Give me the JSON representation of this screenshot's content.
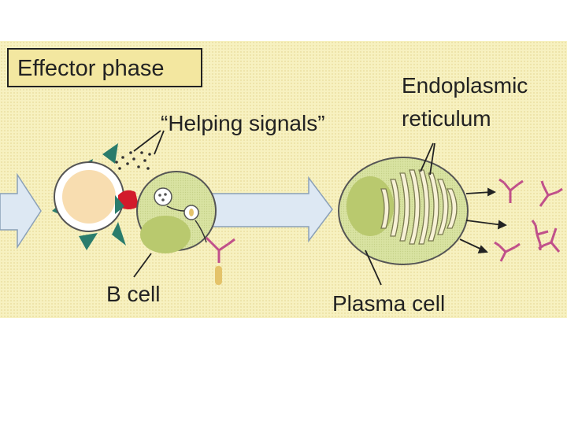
{
  "title": "Effector phase",
  "labels": {
    "helping_signals": "“Helping signals”",
    "endoplasmic_1": "Endoplasmic",
    "endoplasmic_2": "reticulum",
    "b_cell": "B cell",
    "plasma_cell": "Plasma cell"
  },
  "colors": {
    "panel_bg": "#f7f1c0",
    "title_box": "#f3e7a0",
    "cell_body": "#d9e3a2",
    "nucleus": "#b9c96e",
    "arrow_fill": "#dde8f3",
    "antibody": "#c0508a",
    "t_cell": "#f8ddb0",
    "mhc_teal": "#2a7c6c",
    "receptor_red": "#d21a2b"
  }
}
